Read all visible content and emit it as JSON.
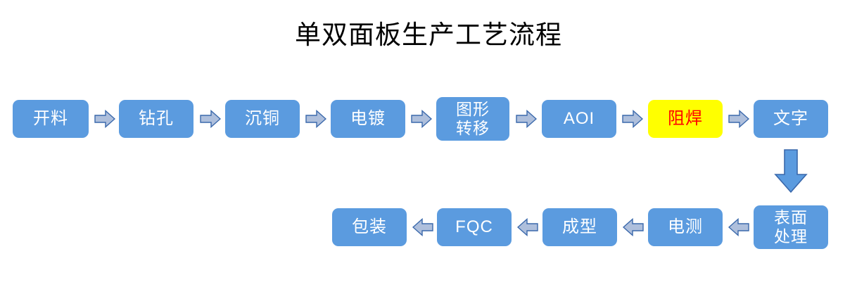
{
  "title": "单双面板生产工艺流程",
  "colors": {
    "node_fill": "#5B9BDF",
    "node_text": "#FFFFFF",
    "highlight_fill": "#FFFF00",
    "highlight_text": "#FF0000",
    "arrow_fill": "#AEBFDC",
    "arrow_stroke": "#3A68AB",
    "down_arrow_fill": "#5B9BDF",
    "background": "#FFFFFF",
    "title_text": "#000000"
  },
  "flow": {
    "row1": {
      "direction": "left-to-right",
      "nodes": [
        {
          "id": "kailiao",
          "label": "开料",
          "lines": 1,
          "highlight": false
        },
        {
          "id": "zuankong",
          "label": "钻孔",
          "lines": 1,
          "highlight": false
        },
        {
          "id": "chentong",
          "label": "沉铜",
          "lines": 1,
          "highlight": false
        },
        {
          "id": "diandu",
          "label": "电镀",
          "lines": 1,
          "highlight": false
        },
        {
          "id": "tuxingzhuanyi",
          "label": "图形\n转移",
          "lines": 2,
          "highlight": false
        },
        {
          "id": "aoi",
          "label": "AOI",
          "lines": 1,
          "highlight": false
        },
        {
          "id": "zuhan",
          "label": "阻焊",
          "lines": 1,
          "highlight": true
        },
        {
          "id": "wenzi",
          "label": "文字",
          "lines": 1,
          "highlight": false
        }
      ]
    },
    "connector_down": {
      "id": "wenzi-to-biaomianchuli",
      "direction": "down"
    },
    "row2": {
      "direction": "right-to-left",
      "nodes": [
        {
          "id": "baozhuang",
          "label": "包装",
          "lines": 1,
          "highlight": false
        },
        {
          "id": "fqc",
          "label": "FQC",
          "lines": 1,
          "highlight": false
        },
        {
          "id": "chengxing",
          "label": "成型",
          "lines": 1,
          "highlight": false
        },
        {
          "id": "diance",
          "label": "电测",
          "lines": 1,
          "highlight": false
        },
        {
          "id": "biaomianchuli",
          "label": "表面\n处理",
          "lines": 2,
          "highlight": false
        }
      ]
    }
  }
}
